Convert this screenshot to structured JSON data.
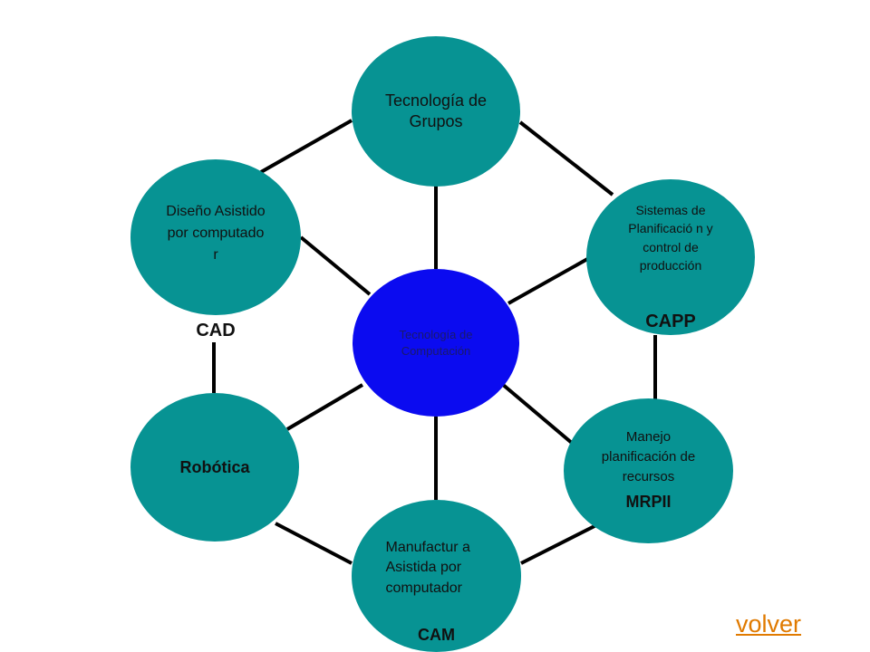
{
  "nodes": {
    "center": {
      "label": "Tecnología de Computación",
      "color": "#0b0bf0"
    },
    "top": {
      "label": "Tecnología de Grupos",
      "color": "#079393"
    },
    "cad": {
      "label": "Diseño Asistido por computado r",
      "abbr": "CAD",
      "color": "#079393"
    },
    "capp": {
      "label": "Sistemas de Planificació n y control de producción",
      "abbr": "CAPP",
      "color": "#079393"
    },
    "robotica": {
      "label": "Robótica",
      "color": "#079393"
    },
    "mrp": {
      "label": "Manejo planificación de recursos",
      "abbr": "MRPII",
      "color": "#079393"
    },
    "cam": {
      "label": "Manufactur a Asistida por computador",
      "abbr": "CAM",
      "color": "#079393"
    }
  },
  "link": {
    "label": "volver",
    "color": "#e07a00"
  }
}
